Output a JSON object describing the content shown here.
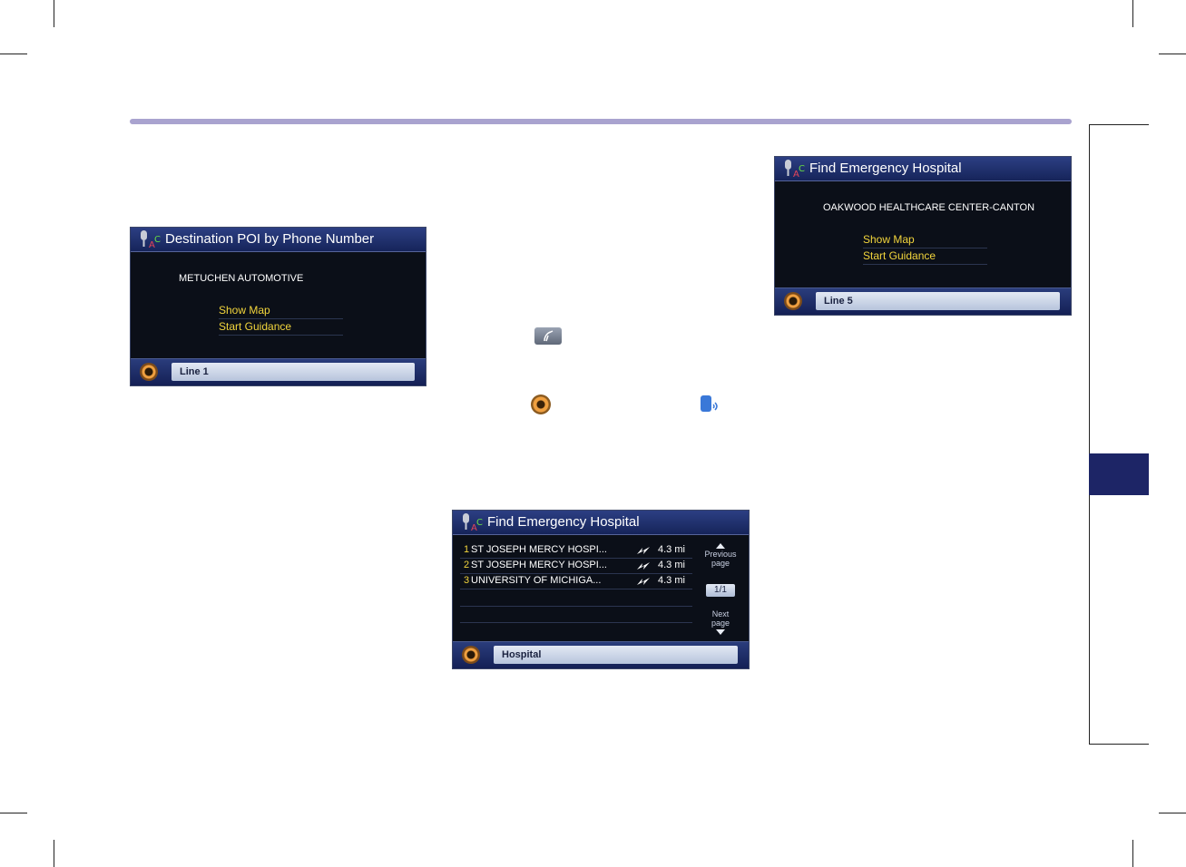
{
  "screen1": {
    "title": "Destination POI by Phone Number",
    "poi_name": "METUCHEN AUTOMOTIVE",
    "menu": [
      "Show Map",
      "Start Guidance"
    ],
    "footer_text": "Line 1"
  },
  "screen2": {
    "title": "Find Emergency Hospital",
    "rows": [
      {
        "num": "1",
        "name": "ST JOSEPH MERCY HOSPI...",
        "dist": "4.3 mi"
      },
      {
        "num": "2",
        "name": "ST JOSEPH MERCY HOSPI...",
        "dist": "4.3 mi"
      },
      {
        "num": "3",
        "name": "UNIVERSITY OF MICHIGA...",
        "dist": "4.3 mi"
      }
    ],
    "prev_page_line1": "Previous",
    "prev_page_line2": "page",
    "page_indicator": "1/1",
    "next_page_line1": "Next",
    "next_page_line2": "page",
    "footer_text": "Hospital"
  },
  "screen3": {
    "title": "Find Emergency Hospital",
    "poi_name": "OAKWOOD HEALTHCARE CENTER-CANTON",
    "menu": [
      "Show Map",
      "Start Guidance"
    ],
    "footer_text": "Line 5"
  },
  "icons": [
    "talk-button-icon",
    "speaker-icon",
    "phone-voice-icon",
    "microphone-abc-icon",
    "direction-arrow-icon"
  ],
  "colors": {
    "accent_bar": "#a9a3cf",
    "menu_text": "#f2d53c",
    "header_blue": "#2c3f83",
    "side_tab": "#1d2566"
  }
}
